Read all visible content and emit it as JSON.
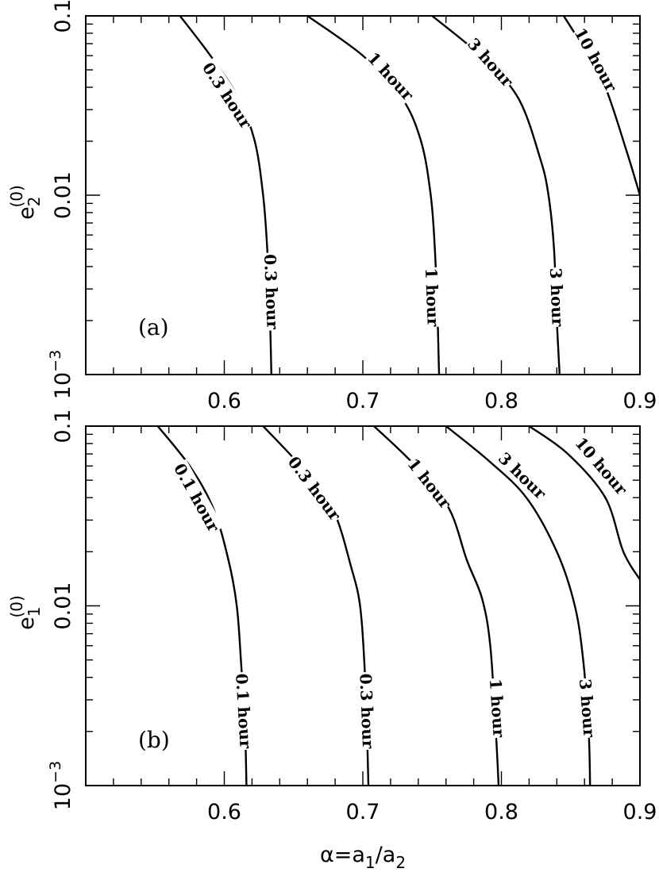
{
  "chart_data": [
    {
      "type": "line",
      "panel_label": "(a)",
      "xlabel": "",
      "ylabel": {
        "base": "e",
        "sub": "2",
        "sup": "(0)"
      },
      "xscale": "linear",
      "yscale": "log",
      "xlim": [
        0.5,
        0.9
      ],
      "ylim": [
        0.001,
        0.1
      ],
      "xticks": [
        0.6,
        0.7,
        0.8,
        0.9
      ],
      "xtick_labels": [
        "0.6",
        "0.7",
        "0.8",
        "0.9"
      ],
      "yticks": [
        0.001,
        0.01,
        0.1
      ],
      "ytick_labels": [
        {
          "base": "10",
          "exp": "−3"
        },
        {
          "base": "0.01",
          "exp": ""
        },
        {
          "base": "0.1",
          "exp": ""
        }
      ],
      "series": [
        {
          "name": "0.3 hour",
          "labels": [
            {
              "text": "0.3 hour",
              "x": 0.602,
              "y": 0.036
            },
            {
              "text": "0.3 hour",
              "x": 0.634,
              "y": 0.0029
            }
          ],
          "points": [
            [
              0.568,
              0.1
            ],
            [
              0.59,
              0.06
            ],
            [
              0.61,
              0.035
            ],
            [
              0.622,
              0.02
            ],
            [
              0.628,
              0.01
            ],
            [
              0.631,
              0.005
            ],
            [
              0.633,
              0.002
            ],
            [
              0.634,
              0.001
            ]
          ]
        },
        {
          "name": "1 hour",
          "labels": [
            {
              "text": "1 hour",
              "x": 0.72,
              "y": 0.046
            },
            {
              "text": "1 hour",
              "x": 0.75,
              "y": 0.0027
            }
          ],
          "points": [
            [
              0.66,
              0.1
            ],
            [
              0.7,
              0.06
            ],
            [
              0.728,
              0.035
            ],
            [
              0.742,
              0.02
            ],
            [
              0.749,
              0.01
            ],
            [
              0.752,
              0.005
            ],
            [
              0.754,
              0.002
            ],
            [
              0.755,
              0.001
            ]
          ]
        },
        {
          "name": "3 hour",
          "labels": [
            {
              "text": "3 hour",
              "x": 0.792,
              "y": 0.055
            },
            {
              "text": "3 hour",
              "x": 0.84,
              "y": 0.0027
            }
          ],
          "points": [
            [
              0.75,
              0.1
            ],
            [
              0.785,
              0.06
            ],
            [
              0.812,
              0.035
            ],
            [
              0.828,
              0.016
            ],
            [
              0.834,
              0.01
            ],
            [
              0.838,
              0.005
            ],
            [
              0.84,
              0.002
            ],
            [
              0.842,
              0.001
            ]
          ]
        },
        {
          "name": "10 hour",
          "labels": [
            {
              "text": "10 hour",
              "x": 0.868,
              "y": 0.057
            }
          ],
          "points": [
            [
              0.845,
              0.1
            ],
            [
              0.86,
              0.065
            ],
            [
              0.875,
              0.04
            ],
            [
              0.89,
              0.018
            ],
            [
              0.9,
              0.01
            ]
          ]
        }
      ]
    },
    {
      "type": "line",
      "panel_label": "(b)",
      "xlabel": {
        "alpha": "α",
        "eq": "=a",
        "sub1": "1",
        "slash": "/a",
        "sub2": "2"
      },
      "ylabel": {
        "base": "e",
        "sub": "1",
        "sup": "(0)"
      },
      "xscale": "linear",
      "yscale": "log",
      "xlim": [
        0.5,
        0.9
      ],
      "ylim": [
        0.001,
        0.1
      ],
      "xticks": [
        0.6,
        0.7,
        0.8,
        0.9
      ],
      "xtick_labels": [
        "0.6",
        "0.7",
        "0.8",
        "0.9"
      ],
      "yticks": [
        0.001,
        0.01,
        0.1
      ],
      "ytick_labels": [
        {
          "base": "10",
          "exp": "−3"
        },
        {
          "base": "0.01",
          "exp": ""
        },
        {
          "base": "0.1",
          "exp": ""
        }
      ],
      "series": [
        {
          "name": "0.1 hour",
          "labels": [
            {
              "text": "0.1 hour",
              "x": 0.58,
              "y": 0.04
            },
            {
              "text": "0.1 hour",
              "x": 0.614,
              "y": 0.0026
            }
          ],
          "points": [
            [
              0.552,
              0.1
            ],
            [
              0.575,
              0.06
            ],
            [
              0.592,
              0.035
            ],
            [
              0.603,
              0.018
            ],
            [
              0.609,
              0.01
            ],
            [
              0.612,
              0.005
            ],
            [
              0.615,
              0.002
            ],
            [
              0.616,
              0.001
            ]
          ]
        },
        {
          "name": "0.3 hour",
          "labels": [
            {
              "text": "0.3 hour",
              "x": 0.665,
              "y": 0.045
            },
            {
              "text": "0.3 hour",
              "x": 0.703,
              "y": 0.0026
            }
          ],
          "points": [
            [
              0.628,
              0.1
            ],
            [
              0.655,
              0.06
            ],
            [
              0.678,
              0.035
            ],
            [
              0.692,
              0.016
            ],
            [
              0.698,
              0.01
            ],
            [
              0.701,
              0.005
            ],
            [
              0.703,
              0.002
            ],
            [
              0.704,
              0.001
            ]
          ]
        },
        {
          "name": "1 hour",
          "labels": [
            {
              "text": "1 hour",
              "x": 0.748,
              "y": 0.048
            },
            {
              "text": "1 hour",
              "x": 0.797,
              "y": 0.0027
            }
          ],
          "points": [
            [
              0.708,
              0.1
            ],
            [
              0.738,
              0.06
            ],
            [
              0.762,
              0.035
            ],
            [
              0.775,
              0.018
            ],
            [
              0.786,
              0.011
            ],
            [
              0.792,
              0.006
            ],
            [
              0.796,
              0.002
            ],
            [
              0.798,
              0.001
            ]
          ]
        },
        {
          "name": "3 hour",
          "labels": [
            {
              "text": "3 hour",
              "x": 0.815,
              "y": 0.053
            },
            {
              "text": "3 hour",
              "x": 0.862,
              "y": 0.0027
            }
          ],
          "points": [
            [
              0.76,
              0.1
            ],
            [
              0.79,
              0.065
            ],
            [
              0.818,
              0.04
            ],
            [
              0.84,
              0.02
            ],
            [
              0.853,
              0.01
            ],
            [
              0.859,
              0.005
            ],
            [
              0.863,
              0.002
            ],
            [
              0.864,
              0.001
            ]
          ]
        },
        {
          "name": "10 hour",
          "labels": [
            {
              "text": "10 hour",
              "x": 0.872,
              "y": 0.06
            }
          ],
          "points": [
            [
              0.82,
              0.1
            ],
            [
              0.848,
              0.07
            ],
            [
              0.875,
              0.04
            ],
            [
              0.888,
              0.02
            ],
            [
              0.9,
              0.014
            ]
          ]
        }
      ]
    }
  ]
}
